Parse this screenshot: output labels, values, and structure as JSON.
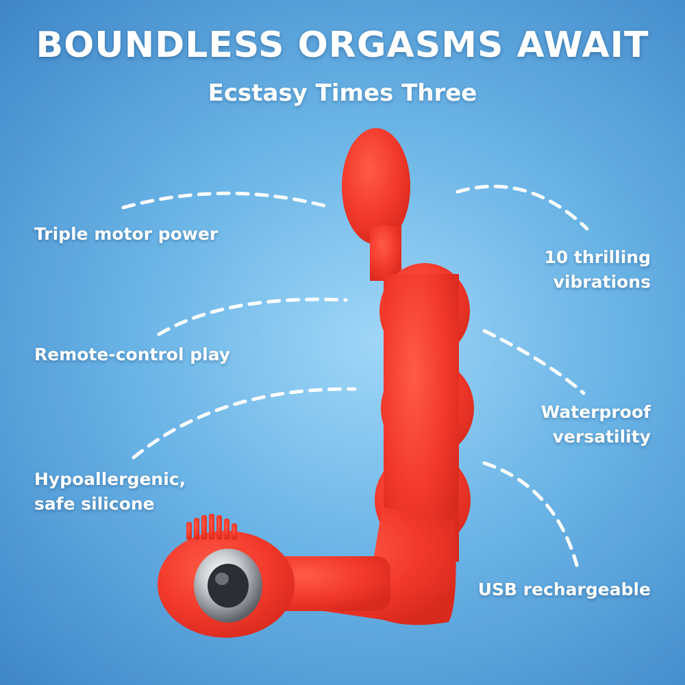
{
  "headline": "BOUNDLESS ORGASMS AWAIT",
  "subheadline": "Ecstasy Times Three",
  "features_left": [
    {
      "lines": [
        "Triple motor power"
      ]
    },
    {
      "lines": [
        "Remote-control play"
      ]
    },
    {
      "lines": [
        "Hypoallergenic,",
        "safe silicone"
      ]
    }
  ],
  "features_right": [
    {
      "lines": [
        "10 thrilling",
        "vibrations"
      ]
    },
    {
      "lines": [
        "Waterproof",
        "versatility"
      ]
    },
    {
      "lines": [
        "USB rechargeable"
      ]
    }
  ],
  "colors": {
    "background": "#6ab4e6",
    "product": "#f2392b",
    "text": "#ffffff"
  }
}
